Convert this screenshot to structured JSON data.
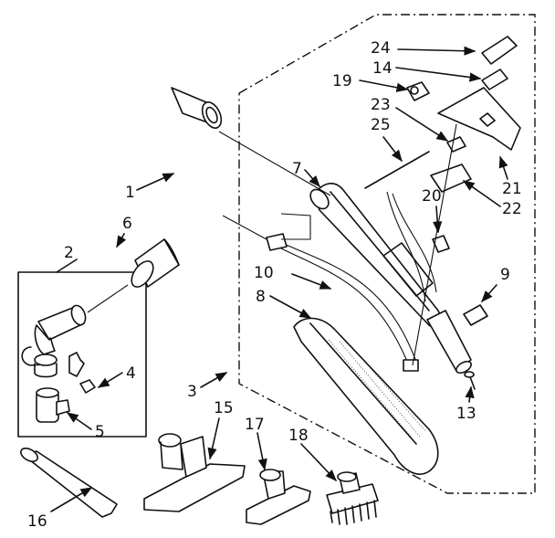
{
  "callouts": [
    {
      "id": "c1",
      "number": "1"
    },
    {
      "id": "c2",
      "number": "2"
    },
    {
      "id": "c3",
      "number": "3"
    },
    {
      "id": "c4",
      "number": "4"
    },
    {
      "id": "c5",
      "number": "5"
    },
    {
      "id": "c6",
      "number": "6"
    },
    {
      "id": "c7",
      "number": "7"
    },
    {
      "id": "c8",
      "number": "8"
    },
    {
      "id": "c9",
      "number": "9"
    },
    {
      "id": "c10",
      "number": "10"
    },
    {
      "id": "c13",
      "number": "13"
    },
    {
      "id": "c14",
      "number": "14"
    },
    {
      "id": "c15",
      "number": "15"
    },
    {
      "id": "c16",
      "number": "16"
    },
    {
      "id": "c17",
      "number": "17"
    },
    {
      "id": "c18",
      "number": "18"
    },
    {
      "id": "c19",
      "number": "19"
    },
    {
      "id": "c20",
      "number": "20"
    },
    {
      "id": "c21",
      "number": "21"
    },
    {
      "id": "c22",
      "number": "22"
    },
    {
      "id": "c23",
      "number": "23"
    },
    {
      "id": "c24",
      "number": "24"
    },
    {
      "id": "c25",
      "number": "25"
    }
  ]
}
